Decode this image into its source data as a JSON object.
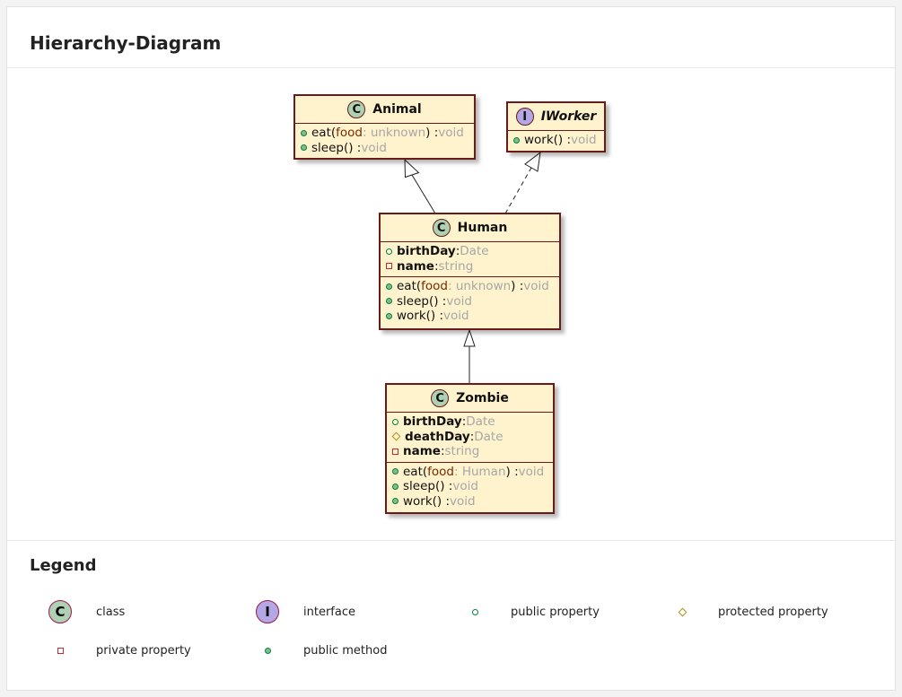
{
  "page": {
    "title": "Hierarchy-Diagram",
    "legend_title": "Legend"
  },
  "colors": {
    "box_fill": "#fef3cd",
    "box_border": "#6b1a1a",
    "class_badge": "#add1b2",
    "interface_badge": "#b4a7e5",
    "type_text": "#a7a7a7",
    "param_text": "#7a2a00"
  },
  "diagram": {
    "animal": {
      "name": "Animal",
      "badge": "C",
      "methods": [
        {
          "name": "eat(",
          "param": "food",
          "param_type": ": unknown",
          "close": ") : ",
          "ret": "void"
        },
        {
          "name": "sleep() : ",
          "ret": "void"
        }
      ]
    },
    "iworker": {
      "name": "IWorker",
      "badge": "I",
      "methods": [
        {
          "name": "work() : ",
          "ret": "void"
        }
      ]
    },
    "human": {
      "name": "Human",
      "badge": "C",
      "properties": [
        {
          "name": "birthDay",
          "sep": " : ",
          "type": "Date"
        },
        {
          "name": "name",
          "sep": " : ",
          "type": "string"
        }
      ],
      "methods": [
        {
          "name": "eat(",
          "param": "food",
          "param_type": ": unknown",
          "close": ") : ",
          "ret": "void"
        },
        {
          "name": "sleep() : ",
          "ret": "void"
        },
        {
          "name": "work() : ",
          "ret": "void"
        }
      ]
    },
    "zombie": {
      "name": "Zombie",
      "badge": "C",
      "properties": [
        {
          "name": "birthDay",
          "sep": " : ",
          "type": "Date"
        },
        {
          "name": "deathDay",
          "sep": " : ",
          "type": "Date"
        },
        {
          "name": "name",
          "sep": " : ",
          "type": "string"
        }
      ],
      "methods": [
        {
          "name": "eat(",
          "param": "food",
          "param_type": ": Human",
          "close": ") : ",
          "ret": "void"
        },
        {
          "name": "sleep() : ",
          "ret": "void"
        },
        {
          "name": "work() : ",
          "ret": "void"
        }
      ]
    }
  },
  "legend": {
    "class": {
      "symbol": "C",
      "label": "class"
    },
    "interface": {
      "symbol": "I",
      "label": "interface"
    },
    "public_property": {
      "label": "public property"
    },
    "protected_property": {
      "label": "protected property"
    },
    "private_property": {
      "label": "private property"
    },
    "public_method": {
      "label": "public method"
    }
  }
}
